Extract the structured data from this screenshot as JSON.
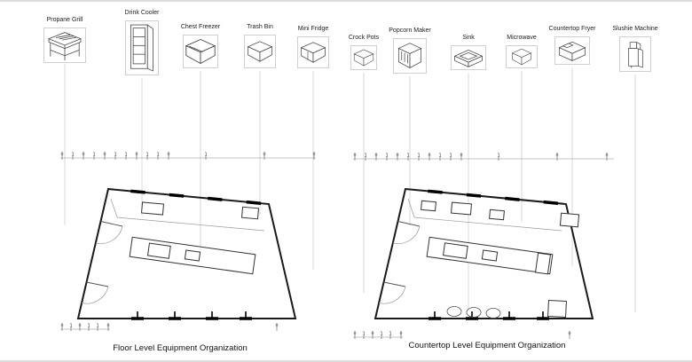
{
  "left": {
    "caption": "Floor Level Equipment Organization",
    "items": [
      {
        "label": "Propane Grill",
        "icon": "propane-grill-icon"
      },
      {
        "label": "Drink Cooler",
        "icon": "drink-cooler-icon"
      },
      {
        "label": "Chest Freezer",
        "icon": "chest-freezer-icon"
      },
      {
        "label": "Trash Bin",
        "icon": "trash-bin-icon"
      },
      {
        "label": "Mini Fridge",
        "icon": "mini-fridge-icon"
      }
    ],
    "scale_ticks": [
      "0",
      "1",
      "0",
      "1",
      "0",
      "1",
      "1",
      "0",
      "1",
      "1",
      "0",
      "1",
      "0",
      "0"
    ],
    "bottom_ticks": [
      "0",
      "1",
      "0",
      "1",
      "1",
      "0",
      "0"
    ]
  },
  "right": {
    "caption": "Countertop Level Equipment Organization",
    "items": [
      {
        "label": "Crock Pots",
        "icon": "crock-pots-icon"
      },
      {
        "label": "Popcorn Maker",
        "icon": "popcorn-maker-icon"
      },
      {
        "label": "Sink",
        "icon": "sink-icon"
      },
      {
        "label": "Microwave",
        "icon": "microwave-icon"
      },
      {
        "label": "Countertop Fryer",
        "icon": "countertop-fryer-icon"
      },
      {
        "label": "Slushie Machine",
        "icon": "slushie-machine-icon"
      }
    ],
    "scale_ticks": [
      "0",
      "1",
      "0",
      "1",
      "0",
      "1",
      "1",
      "0",
      "1",
      "1",
      "0",
      "1",
      "0",
      "0"
    ],
    "bottom_ticks": [
      "0",
      "1",
      "0",
      "1",
      "1",
      "0",
      "0"
    ]
  },
  "colors": {
    "plan_line": "#1a1a1a",
    "leader_line": "#cfcfcf",
    "icon_box_border": "#d0d0d0",
    "text": "#222222",
    "background": "#ffffff"
  }
}
